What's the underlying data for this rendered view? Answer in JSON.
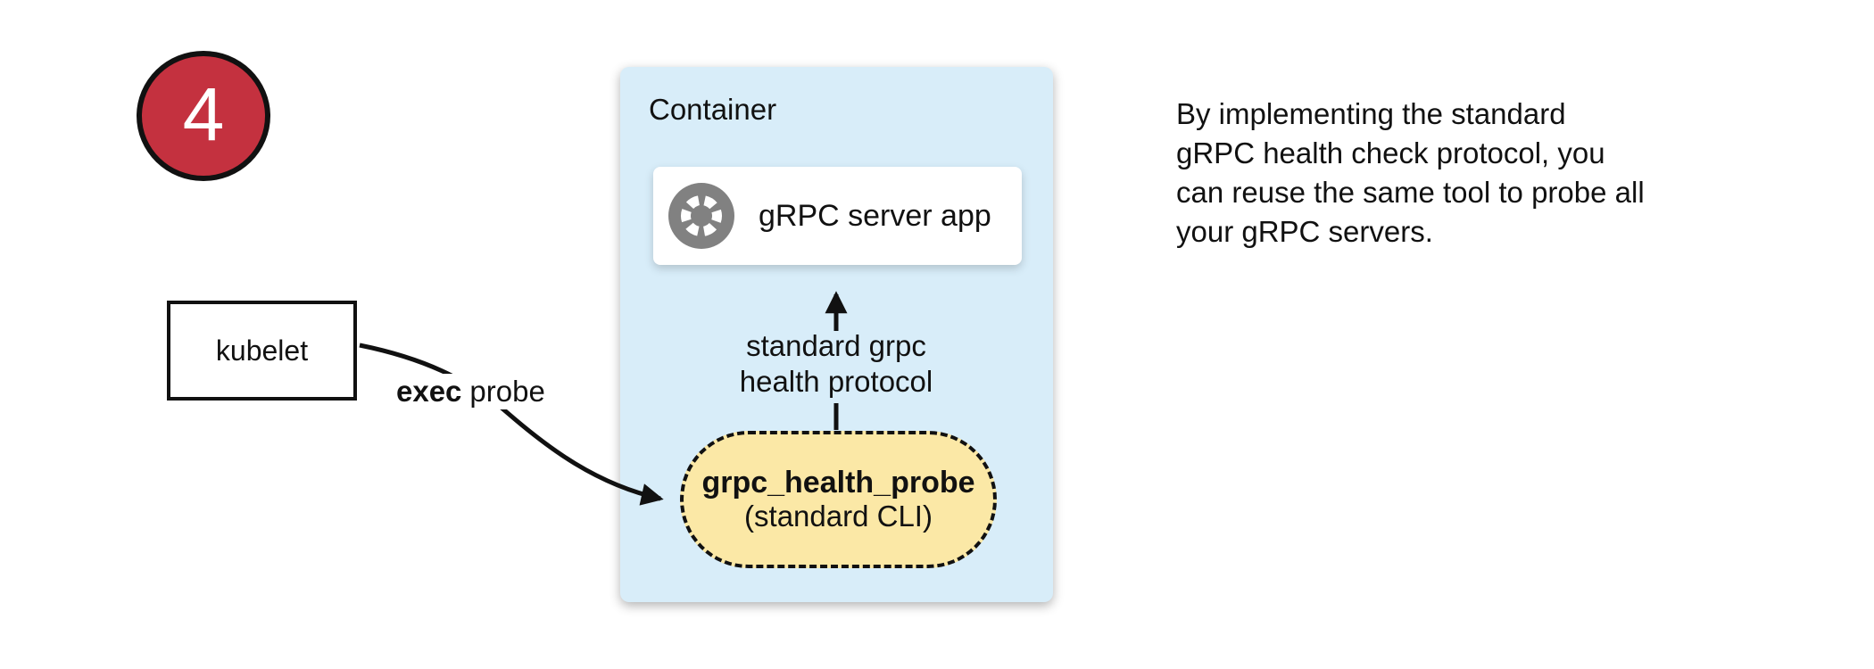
{
  "badge": {
    "number": "4"
  },
  "kubelet": {
    "label": "kubelet"
  },
  "edge": {
    "label_bold": "exec",
    "label_rest": "probe"
  },
  "container": {
    "title": "Container",
    "server_box": {
      "label": "gRPC server app",
      "icon": "aperture-icon"
    },
    "arrow_label": "standard grpc\nhealth protocol",
    "probe": {
      "name": "grpc_health_probe",
      "subtitle": "(standard CLI)"
    }
  },
  "note": {
    "text": "By implementing the standard\ngRPC health check protocol, you\ncan reuse the same tool to probe all\nyour gRPC servers."
  },
  "colors": {
    "badge_bg": "#c4313f",
    "container_bg": "#d8edf9",
    "probe_bg": "#fbe8a6",
    "icon_gray": "#818181",
    "line_color": "#111111"
  }
}
